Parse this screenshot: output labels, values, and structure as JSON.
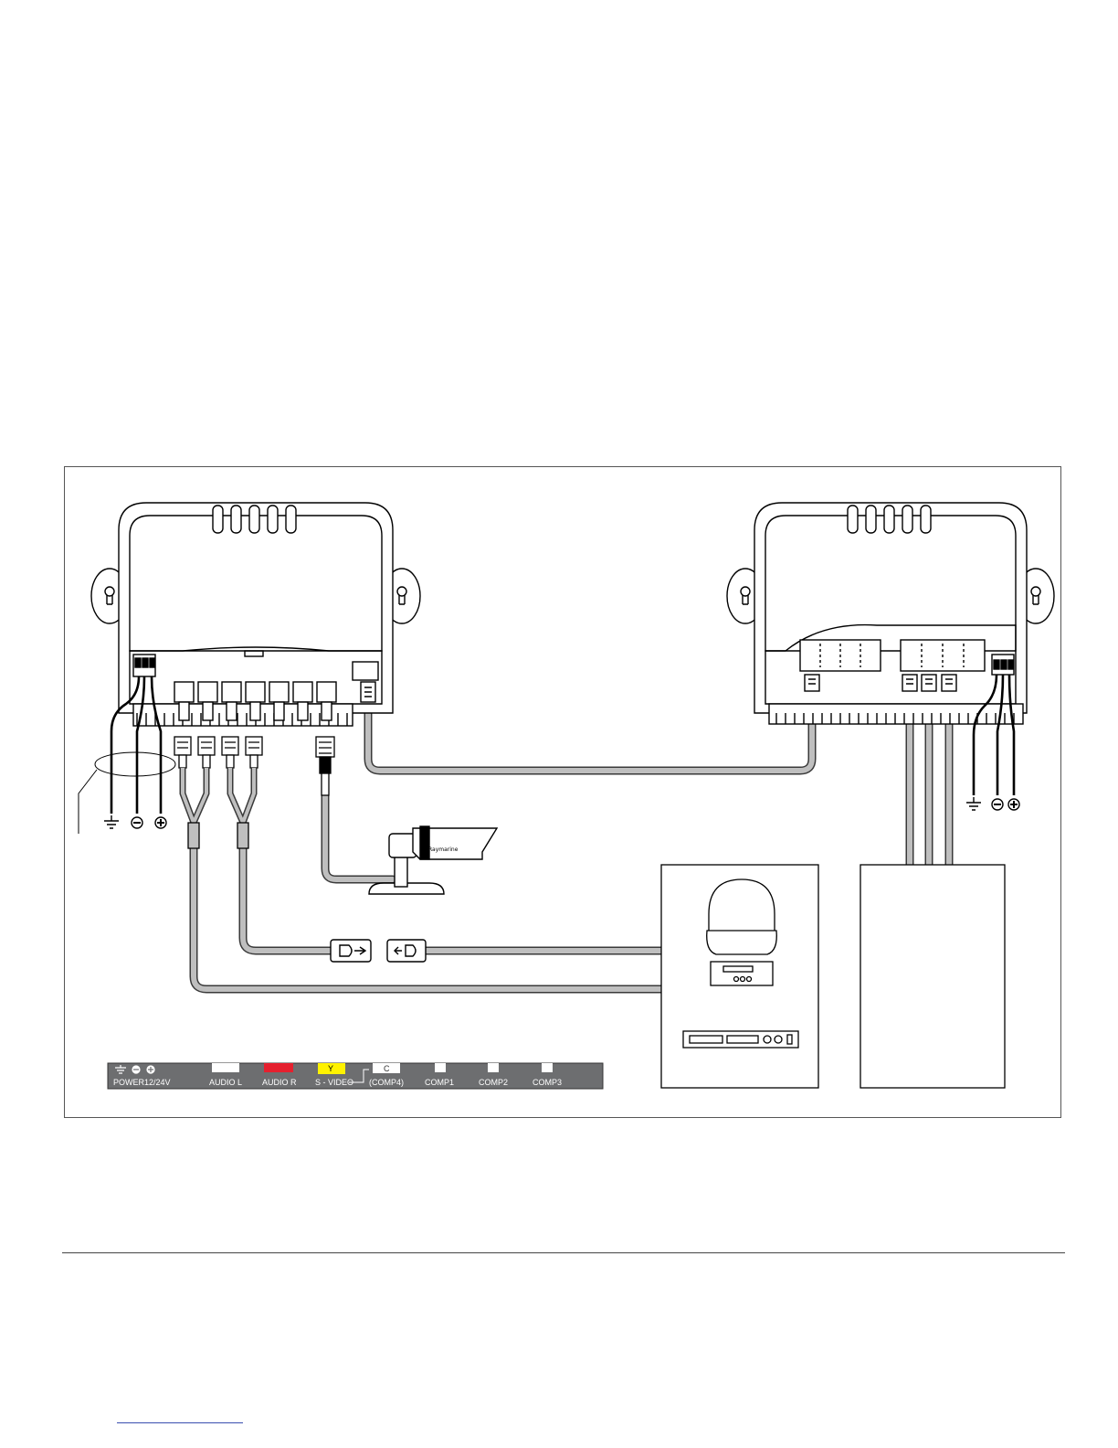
{
  "panel_strip": {
    "power_label": "POWER",
    "voltage_label": "12/24V",
    "audio_l_label": "AUDIO L",
    "audio_r_label": "AUDIO R",
    "y_label": "Y",
    "svideo_label": "S - VIDEO",
    "c_label": "C",
    "comp4_label": "(COMP4)",
    "comp1_label": "COMP1",
    "comp2_label": "COMP2",
    "comp3_label": "COMP3",
    "strip_color": "#6d6e70",
    "audio_r_color": "#e5202e",
    "y_color": "#fff200"
  },
  "camera": {
    "brand_label": "Raymarine"
  },
  "colors": {
    "cable": "#bfbfbf",
    "cable_outline": "#3a3a3a",
    "line": "#000000"
  }
}
